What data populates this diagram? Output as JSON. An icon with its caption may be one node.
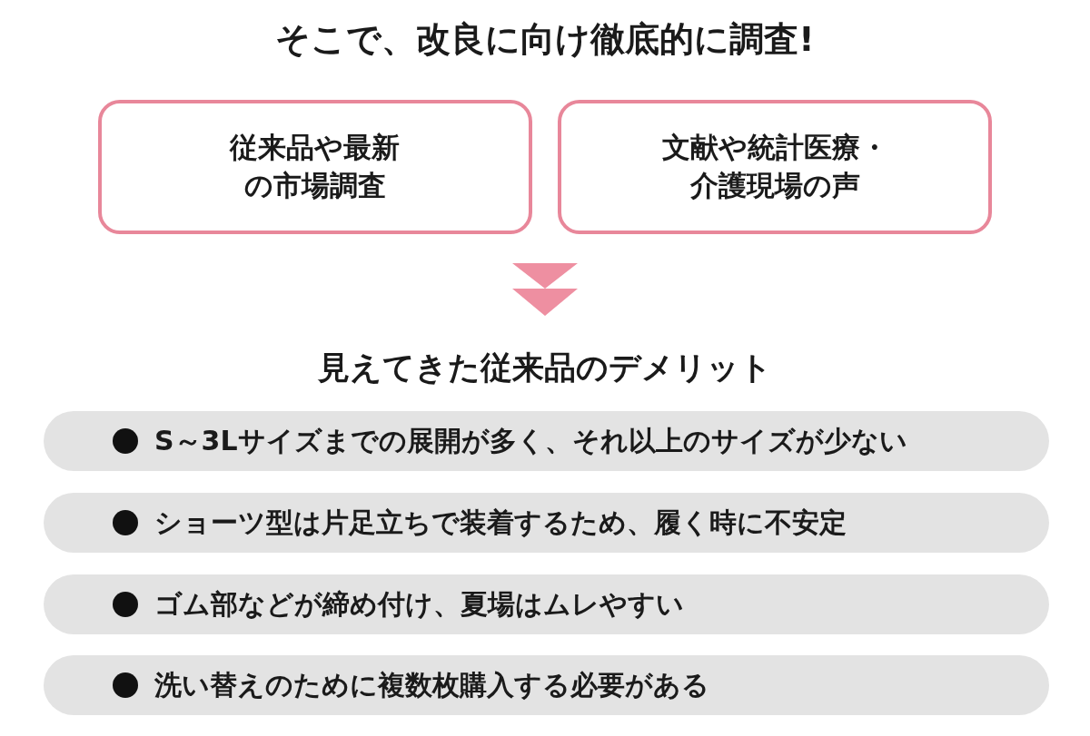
{
  "diagram": {
    "title": "そこで、改良に向け徹底的に調査!",
    "nodes": [
      {
        "text": [
          "従来品や最新の市場調査"
        ]
      },
      {
        "text": [
          "文献や統計医療・介護現場の声"
        ]
      },
      {
        "text": [
          "見えてきた従来品のデメリット"
        ]
      },
      {
        "text": [
          "S～3Lサイズまでの展開が多く、それ以上のサイズが少ない"
        ]
      },
      {
        "text": [
          "ショーツ型は片足立ちで装着するため、履く時に不安定"
        ]
      },
      {
        "text": [
          "ゴム部などが締め付け、夏場はムレやすい"
        ]
      },
      {
        "text": [
          "洗い替えのために複数枚購入する必要がある"
        ]
      }
    ]
  }
}
